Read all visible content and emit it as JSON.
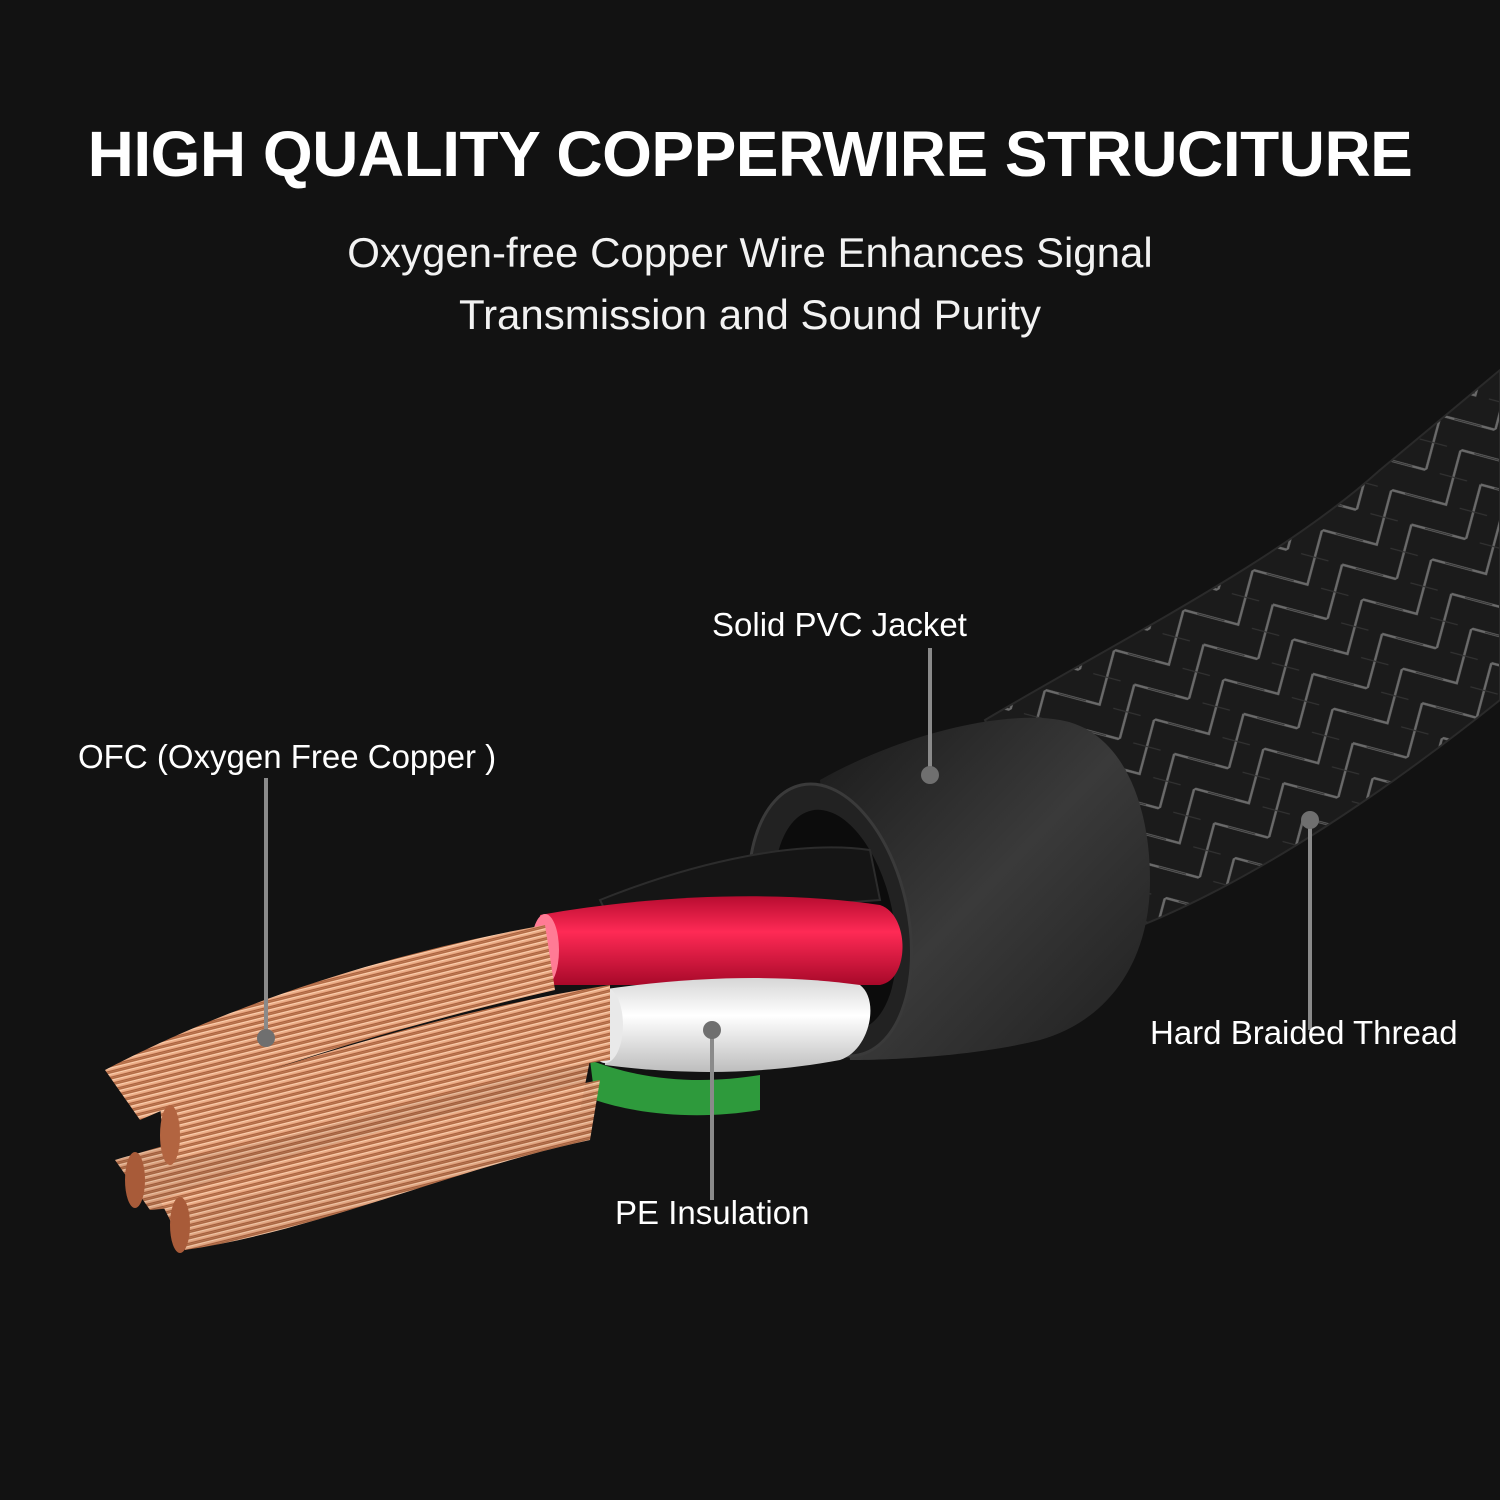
{
  "header": {
    "title": "HIGH QUALITY COPPERWIRE STRUCITURE",
    "subtitle_lines": [
      "Oxygen-free Copper Wire Enhances Signal",
      "Transmission and Sound Purity"
    ]
  },
  "callouts": [
    {
      "id": "ofc",
      "label": "OFC (Oxygen Free Copper )"
    },
    {
      "id": "pvc",
      "label": "Solid PVC Jacket"
    },
    {
      "id": "braid",
      "label": "Hard Braided Thread"
    },
    {
      "id": "pe",
      "label": "PE Insulation"
    }
  ],
  "colors": {
    "background": "#121212",
    "copper": "#d9916a",
    "copper_light": "#f0b48e",
    "insulation_red": "#e3123f",
    "insulation_white": "#f2f2f2",
    "insulation_green": "#2e9a3c",
    "insulation_black": "#151515",
    "pvc_jacket": "#2a2a2a",
    "braid": "#1c1c1c",
    "callout_line": "#8a8a8a"
  }
}
